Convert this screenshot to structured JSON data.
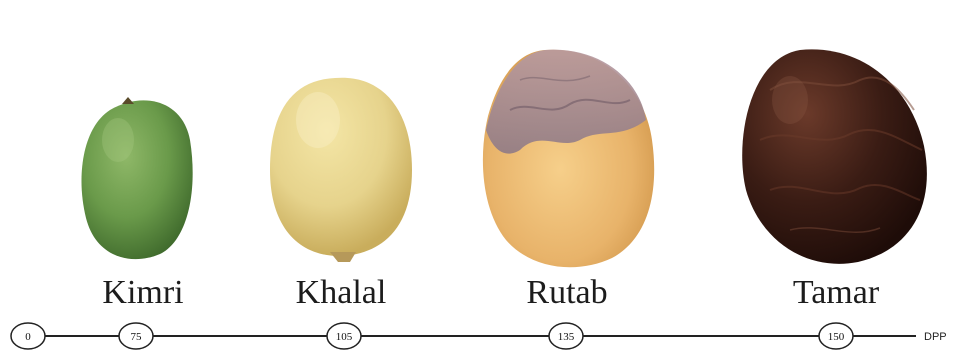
{
  "stages": [
    {
      "name": "Kimri",
      "color": "#6a9a4a"
    },
    {
      "name": "Khalal",
      "color": "#e6d38c"
    },
    {
      "name": "Rutab",
      "color": "#e8b36a"
    },
    {
      "name": "Tamar",
      "color": "#3a1c14"
    }
  ],
  "timeline": {
    "markers": [
      "0",
      "75",
      "105",
      "135",
      "150"
    ],
    "unit": "DPP"
  }
}
